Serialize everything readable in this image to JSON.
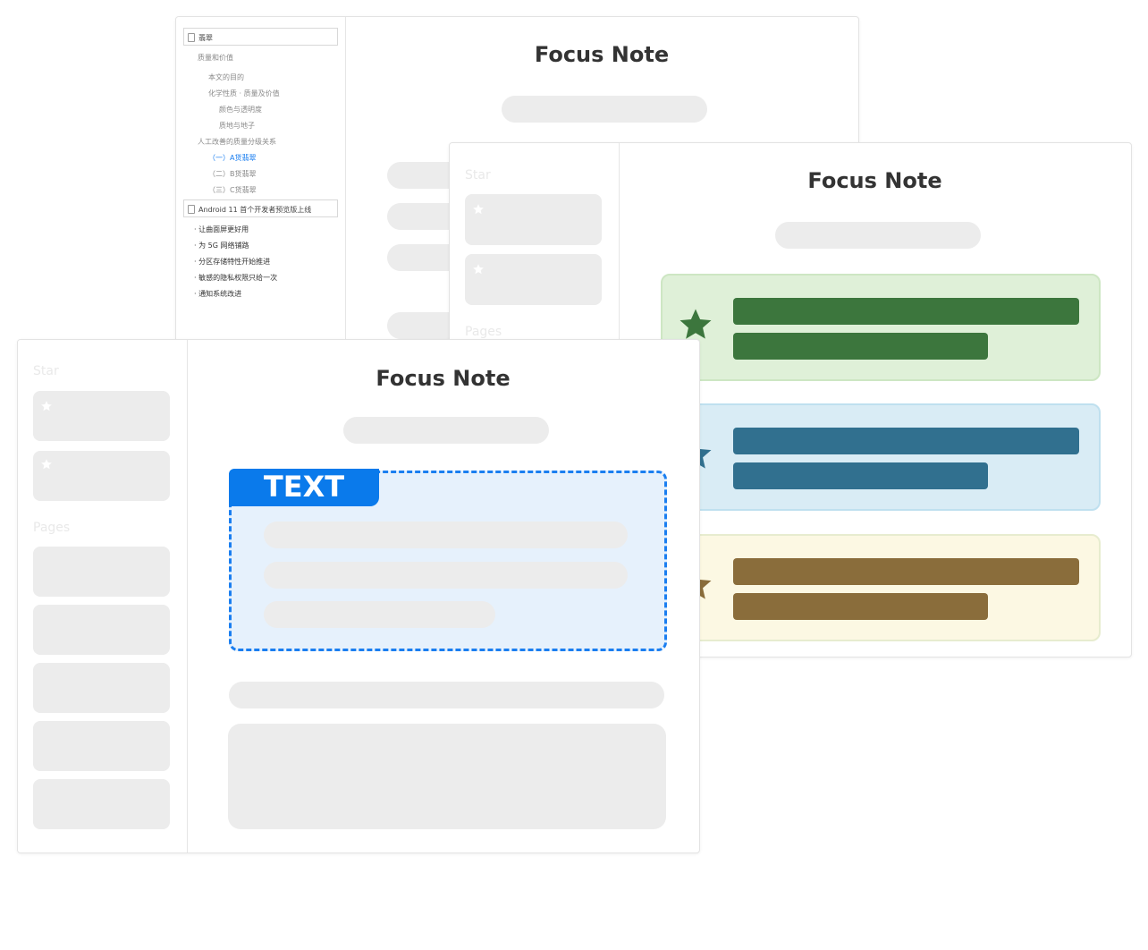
{
  "window_outline": {
    "title": "Focus Note",
    "docs": [
      {
        "label": "翡翠",
        "items": [
          {
            "label": "质量和价值",
            "level": 1
          },
          {
            "label": "本文的目的",
            "level": 2
          },
          {
            "label": "化学性质 · 质量及价值",
            "level": 2
          },
          {
            "label": "颜色与透明度",
            "level": 3
          },
          {
            "label": "质地与地子",
            "level": 3
          },
          {
            "label": "人工改善的质量分级关系",
            "level": 1
          },
          {
            "label": "（一）A货翡翠",
            "level": 2,
            "active": true
          },
          {
            "label": "（二）B货翡翠",
            "level": 2
          },
          {
            "label": "（三）C货翡翠",
            "level": 2
          }
        ]
      },
      {
        "label": "Android 11 首个开发者预览版上线",
        "items": [
          {
            "label": "· 让曲面屏更好用"
          },
          {
            "label": "· 为 5G 网络铺路"
          },
          {
            "label": "· 分区存储特性开始推进"
          },
          {
            "label": "· 敏感的隐私权限只给一次"
          },
          {
            "label": "· 通知系统改进"
          }
        ]
      }
    ]
  },
  "window_star": {
    "title": "Focus Note",
    "sidebar": {
      "star_label": "Star",
      "pages_label": "Pages"
    },
    "notes": [
      {
        "color": "green",
        "bg": "#dff0d8",
        "border": "#cde6c3",
        "accent": "#3c763d"
      },
      {
        "color": "blue",
        "bg": "#d9ecf5",
        "border": "#bfe0ef",
        "accent": "#31708f"
      },
      {
        "color": "yellow",
        "bg": "#fcf8e3",
        "border": "#e7eccf",
        "accent": "#8a6d3b"
      }
    ]
  },
  "window_text": {
    "title": "Focus Note",
    "sidebar": {
      "star_label": "Star",
      "pages_label": "Pages"
    },
    "text_block": {
      "tag": "TEXT",
      "border_color": "#1a7ef0",
      "tag_color": "#0a7aeb"
    }
  },
  "icons": {
    "star": "star-icon",
    "doc": "doc-icon"
  }
}
